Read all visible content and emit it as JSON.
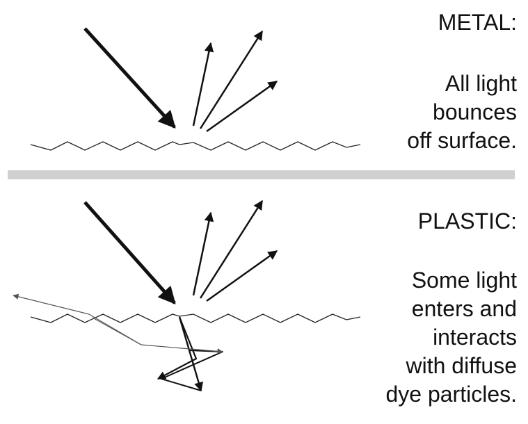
{
  "metal": {
    "heading": "METAL:",
    "caption": [
      "All light",
      "bounces",
      "off surface."
    ]
  },
  "plastic": {
    "heading": "PLASTIC:",
    "caption": [
      "Some light",
      "enters and",
      "interacts",
      "with diffuse",
      "dye particles."
    ]
  },
  "colors": {
    "ink": "#111111",
    "divider": "#d0d0d0",
    "scatter_ray": "#555555"
  }
}
